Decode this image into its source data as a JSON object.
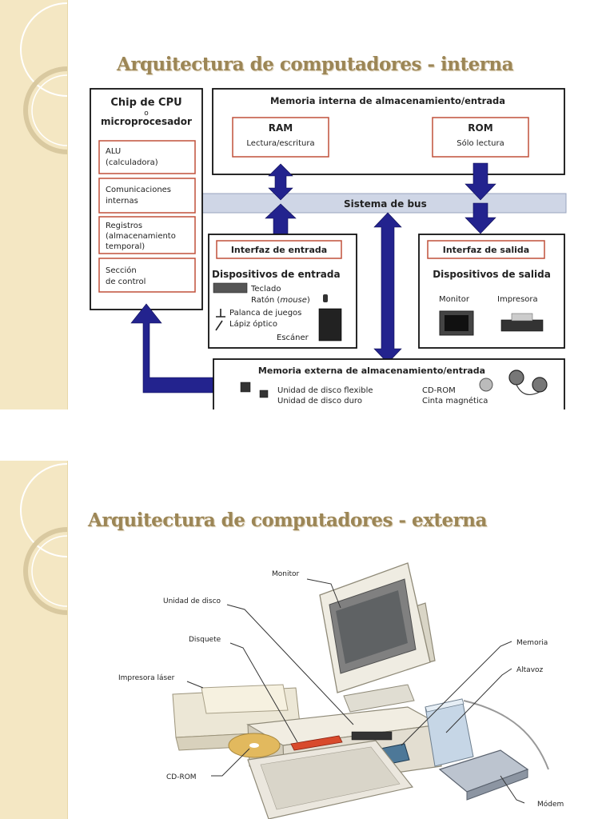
{
  "slide1": {
    "title": "Arquitectura de computadores - interna",
    "cpu": {
      "title_line1": "Chip de CPU",
      "title_or": "o",
      "title_line2": "microprocesador",
      "boxes": [
        {
          "line1": "ALU",
          "line2": "(calculadora)",
          "line3": ""
        },
        {
          "line1": "Comunicaciones",
          "line2": "internas",
          "line3": ""
        },
        {
          "line1": "Registros",
          "line2": "(almacenamiento",
          "line3": "temporal)"
        },
        {
          "line1": "Sección",
          "line2": "de control",
          "line3": ""
        }
      ]
    },
    "internal_memory": {
      "title": "Memoria interna de almacenamiento/entrada",
      "ram_title": "RAM",
      "ram_sub": "Lectura/escritura",
      "rom_title": "ROM",
      "rom_sub": "Sólo lectura"
    },
    "bus_label": "Sistema de bus",
    "input": {
      "interface": "Interfaz de entrada",
      "devices_title": "Dispositivos de entrada",
      "keyboard": "Teclado",
      "mouse_prefix": "Ratón (",
      "mouse_italic": "mouse",
      "mouse_suffix": ")",
      "joystick": "Palanca de juegos",
      "pen": "Lápiz óptico",
      "scanner": "Escáner"
    },
    "output": {
      "interface": "Interfaz de salida",
      "devices_title": "Dispositivos de salida",
      "monitor": "Monitor",
      "printer": "Impresora"
    },
    "external_memory": {
      "title": "Memoria externa de almacenamiento/entrada",
      "floppy": "Unidad de disco flexible",
      "hdd": "Unidad de disco duro",
      "cdrom": "CD-ROM",
      "tape": "Cinta magnética"
    },
    "colors": {
      "arrow": "#23238e",
      "box_border": "#c0503a",
      "bus": "#cfd6e6",
      "title": "#9c8656"
    }
  },
  "slide2": {
    "title": "Arquitectura de computadores - externa",
    "labels": {
      "monitor": "Monitor",
      "disk_drive": "Unidad de disco",
      "diskette": "Disquete",
      "laser_printer": "Impresora láser",
      "memory": "Memoria",
      "speaker": "Altavoz",
      "cdrom": "CD-ROM",
      "modem": "Módem"
    }
  }
}
